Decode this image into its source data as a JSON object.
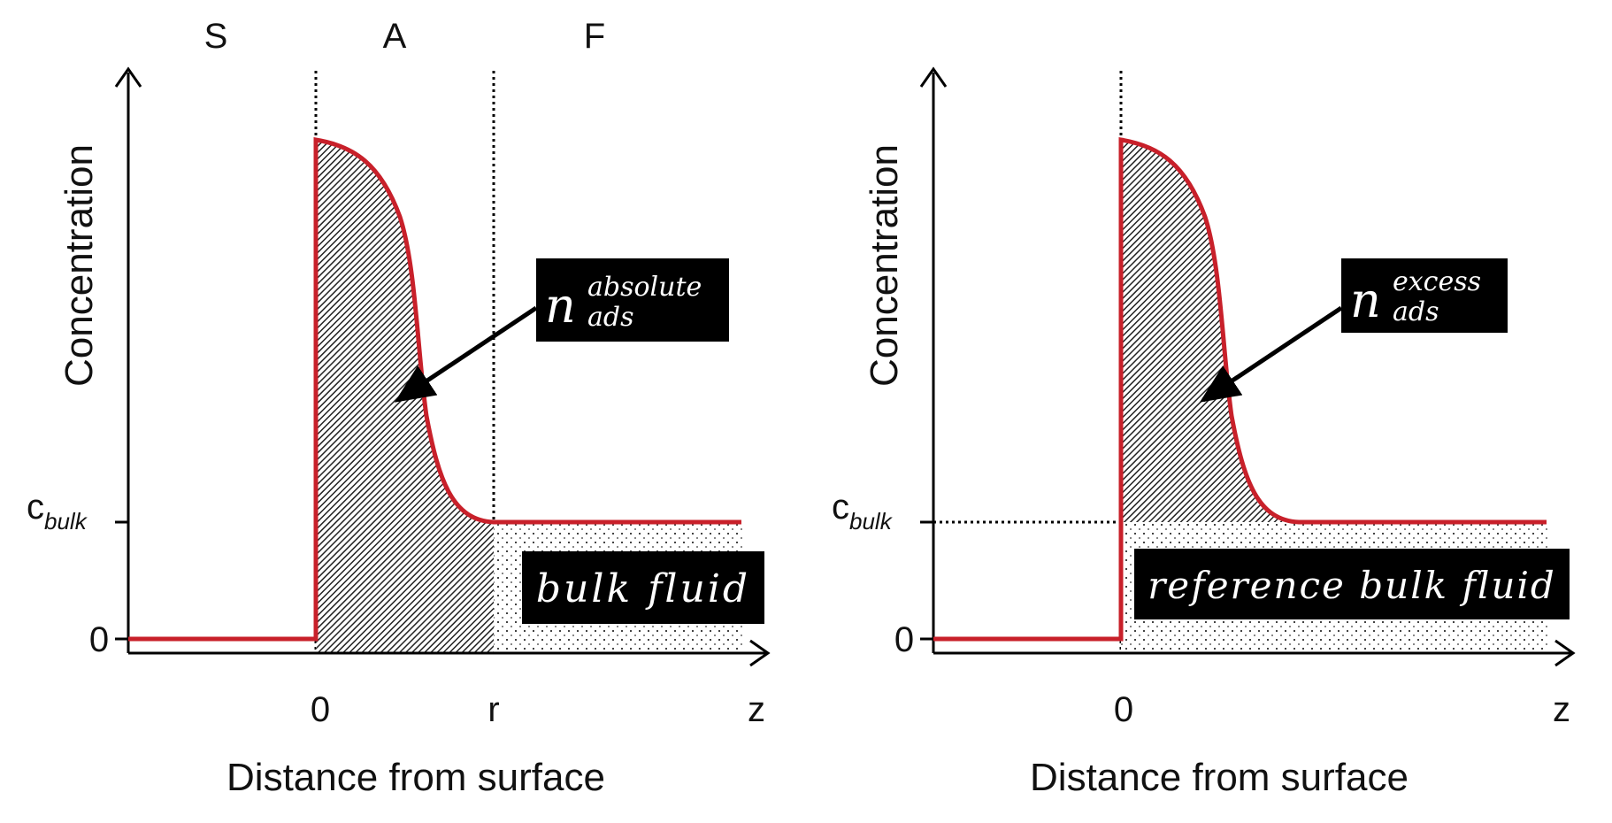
{
  "colors": {
    "profile": "#C8202A",
    "axis": "#000000",
    "label_box": "#000000",
    "label_text": "#ffffff"
  },
  "left": {
    "regions": {
      "s": "S",
      "a": "A",
      "f": "F"
    },
    "y_axis_label": "Concentration",
    "x_axis_label": "Distance from surface",
    "cbulk_main": "c",
    "cbulk_sub": "bulk",
    "y_zero": "0",
    "x_ticks": {
      "zero": "0",
      "r": "r",
      "z": "z"
    },
    "n_main": "n",
    "n_sup": "absolute",
    "n_sub": "ads",
    "fluid_label": "bulk fluid"
  },
  "right": {
    "y_axis_label": "Concentration",
    "x_axis_label": "Distance from surface",
    "cbulk_main": "c",
    "cbulk_sub": "bulk",
    "y_zero": "0",
    "x_ticks": {
      "zero": "0",
      "z": "z"
    },
    "n_main": "n",
    "n_sup": "excess",
    "n_sub": "ads",
    "fluid_label": "reference bulk fluid"
  }
}
